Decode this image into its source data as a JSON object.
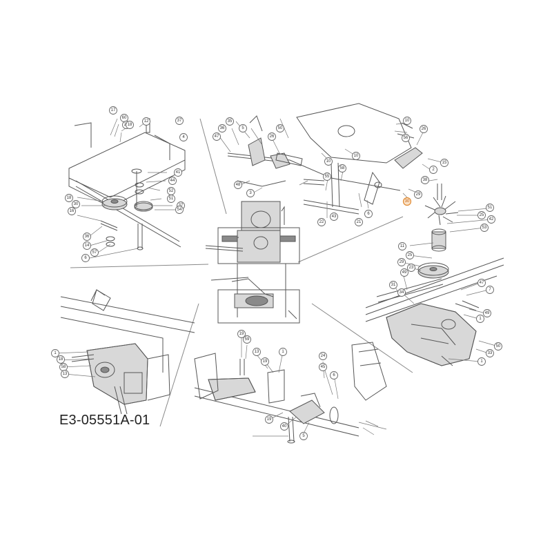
{
  "document_id": "E3-05551A-01",
  "highlight_color": "#e08a32",
  "callouts": [
    {
      "label": "17"
    },
    {
      "label": "60"
    },
    {
      "label": "27"
    },
    {
      "label": "18"
    },
    {
      "label": "12"
    },
    {
      "label": "37"
    },
    {
      "label": "4"
    },
    {
      "label": "41"
    },
    {
      "label": "44"
    },
    {
      "label": "52"
    },
    {
      "label": "51"
    },
    {
      "label": "37"
    },
    {
      "label": "54"
    },
    {
      "label": "18"
    },
    {
      "label": "30"
    },
    {
      "label": "16"
    },
    {
      "label": "36"
    },
    {
      "label": "14"
    },
    {
      "label": "57"
    },
    {
      "label": "6"
    },
    {
      "label": "36"
    },
    {
      "label": "47"
    },
    {
      "label": "35"
    },
    {
      "label": "5"
    },
    {
      "label": "26"
    },
    {
      "label": "50"
    },
    {
      "label": "10"
    },
    {
      "label": "10"
    },
    {
      "label": "10"
    },
    {
      "label": "26"
    },
    {
      "label": "56"
    },
    {
      "label": "15"
    },
    {
      "label": "2"
    },
    {
      "label": "58"
    },
    {
      "label": "55"
    },
    {
      "label": "48"
    },
    {
      "label": "3"
    },
    {
      "label": "38"
    },
    {
      "label": "22"
    },
    {
      "label": "43"
    },
    {
      "label": "21"
    },
    {
      "label": "6"
    },
    {
      "label": "30"
    },
    {
      "label": "29"
    },
    {
      "label": "51"
    },
    {
      "label": "25"
    },
    {
      "label": "42"
    },
    {
      "label": "53"
    },
    {
      "label": "11"
    },
    {
      "label": "25"
    },
    {
      "label": "29"
    },
    {
      "label": "23"
    },
    {
      "label": "49"
    },
    {
      "label": "31"
    },
    {
      "label": "34"
    },
    {
      "label": "47"
    },
    {
      "label": "7"
    },
    {
      "label": "1"
    },
    {
      "label": "49"
    },
    {
      "label": "50"
    },
    {
      "label": "33"
    },
    {
      "label": "1"
    },
    {
      "label": "1"
    },
    {
      "label": "18"
    },
    {
      "label": "58"
    },
    {
      "label": "13"
    },
    {
      "label": "19"
    },
    {
      "label": "59"
    },
    {
      "label": "13"
    },
    {
      "label": "1"
    },
    {
      "label": "19"
    },
    {
      "label": "24"
    },
    {
      "label": "45"
    },
    {
      "label": "6"
    },
    {
      "label": "19"
    },
    {
      "label": "40"
    },
    {
      "label": "5"
    }
  ]
}
